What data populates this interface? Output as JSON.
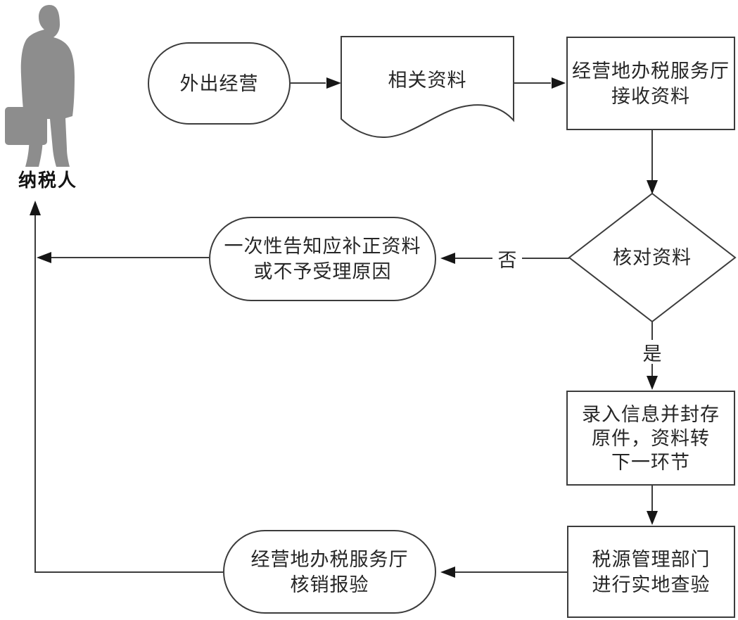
{
  "actor": {
    "label": "纳税人",
    "icon": "businessman-with-briefcase"
  },
  "nodes": {
    "start": {
      "shape": "stadium",
      "label": "外出经营"
    },
    "materials": {
      "shape": "document",
      "label": "相关资料"
    },
    "receive": {
      "shape": "process",
      "lines": [
        "经营地办税服务厅",
        "接收资料"
      ]
    },
    "check": {
      "shape": "decision",
      "label": "核对资料"
    },
    "notify": {
      "shape": "stadium",
      "lines": [
        "一次性告知应补正资料",
        "或不予受理原因"
      ]
    },
    "record": {
      "shape": "process",
      "lines": [
        "录入信息并封存",
        "原件，资料转",
        "下一环节"
      ]
    },
    "inspect": {
      "shape": "process",
      "lines": [
        "税源管理部门",
        "进行实地查验"
      ]
    },
    "writeoff": {
      "shape": "stadium",
      "lines": [
        "经营地办税服务厅",
        "核销报验"
      ]
    }
  },
  "branch_labels": {
    "no": "否",
    "yes": "是"
  },
  "colors": {
    "background": "#ffffff",
    "line": "#3c3c3c",
    "arrowhead": "#161616",
    "text": "#262626",
    "silhouette": "#8d8d8d"
  }
}
